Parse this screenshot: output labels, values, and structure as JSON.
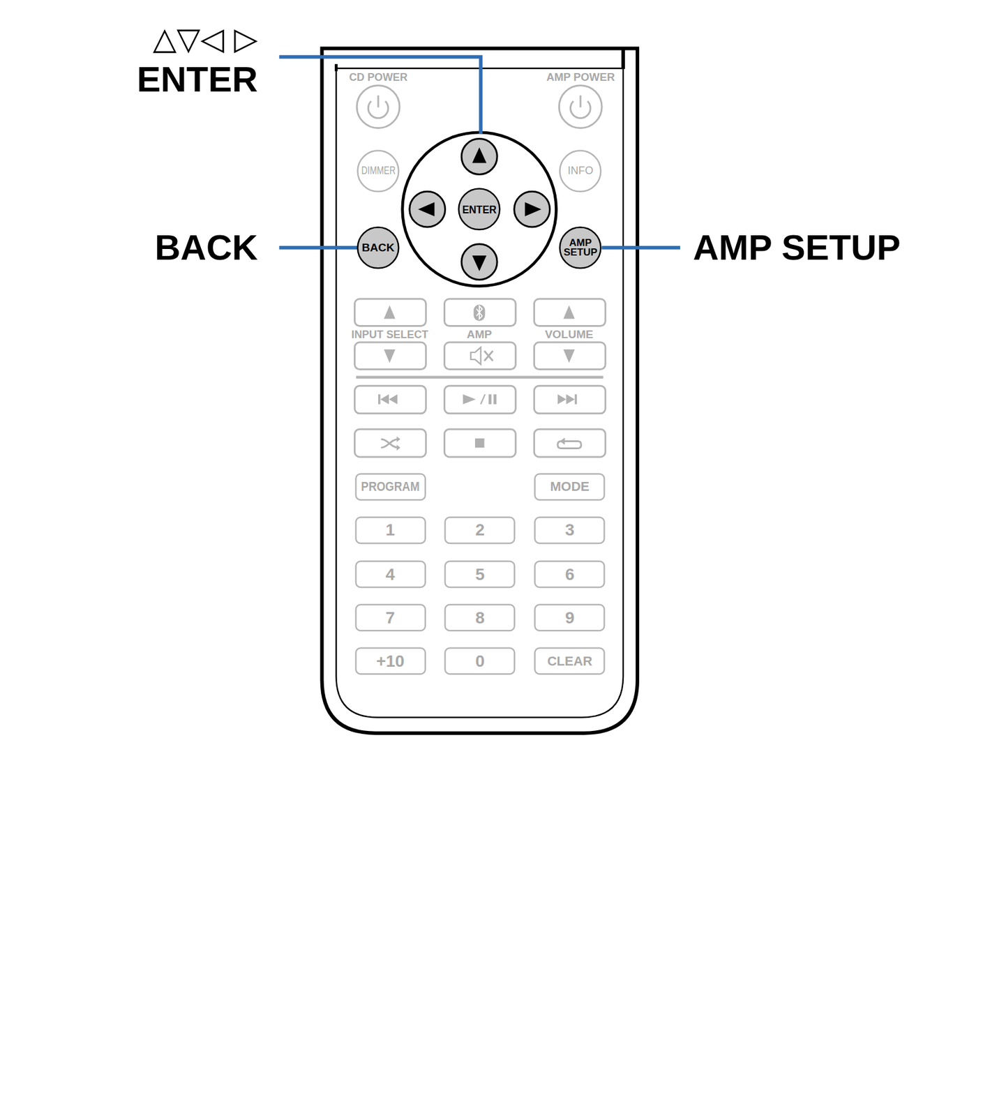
{
  "diagram": {
    "nodes": [
      {
        "text": [
          "DIMMER"
        ]
      },
      {
        "text": [
          "INFO"
        ]
      },
      {
        "text": [
          "ENTER"
        ]
      },
      {
        "text": [
          "BACK"
        ]
      },
      {
        "text": [
          "AMP SETUP"
        ]
      },
      {
        "text": [
          "PROGRAM"
        ]
      },
      {
        "text": [
          "MODE"
        ]
      },
      {
        "text": [
          "1"
        ]
      },
      {
        "text": [
          "2"
        ]
      },
      {
        "text": [
          "3"
        ]
      },
      {
        "text": [
          "4"
        ]
      },
      {
        "text": [
          "5"
        ]
      },
      {
        "text": [
          "6"
        ]
      },
      {
        "text": [
          "7"
        ]
      },
      {
        "text": [
          "8"
        ]
      },
      {
        "text": [
          "9"
        ]
      },
      {
        "text": [
          "+10"
        ]
      },
      {
        "text": [
          "0"
        ]
      },
      {
        "text": [
          "CLEAR"
        ]
      }
    ],
    "labels": [
      "△▽◁ ▷",
      "ENTER",
      "BACK",
      "AMP SETUP",
      "CD POWER",
      "AMP POWER",
      "INPUT SELECT",
      "AMP",
      "VOLUME"
    ]
  }
}
